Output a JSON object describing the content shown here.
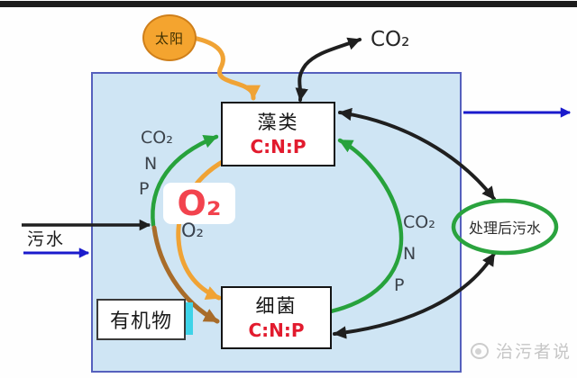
{
  "sun": {
    "label": "太阳"
  },
  "atmosphere": {
    "co2_label": "CO₂"
  },
  "pond": {
    "inflow_label": "污水",
    "organic_matter_label": "有机物",
    "algae_box": {
      "title": "藻类",
      "ratio": "C:N:P"
    },
    "bacteria_box": {
      "title": "细菌",
      "ratio": "C:N:P"
    },
    "left_nutrients": {
      "co2": "CO₂",
      "n": "N",
      "p": "P"
    },
    "right_nutrients": {
      "co2": "CO₂",
      "n": "N",
      "p": "P"
    },
    "oxygen_big": "O₂",
    "oxygen_small": "O₂"
  },
  "outflow": {
    "treated_label": "处理后污水"
  },
  "watermark": {
    "text": "治污者说"
  },
  "colors": {
    "pond_fill": "#cfe5f4",
    "pond_border": "#5560bd",
    "sun_fill": "#f4a42f",
    "green_arrow": "#27a23c",
    "treated_ellipse": "#2aa33e",
    "orange_arrow": "#f0a335",
    "brown_arrow": "#a86c2a",
    "blue_arrow": "#1a1acc",
    "black_arrow": "#1f1f1f",
    "ratio_red": "#e21b2e",
    "oxygen_red": "#f2434e",
    "cyan_bar": "#3ed3e8"
  }
}
